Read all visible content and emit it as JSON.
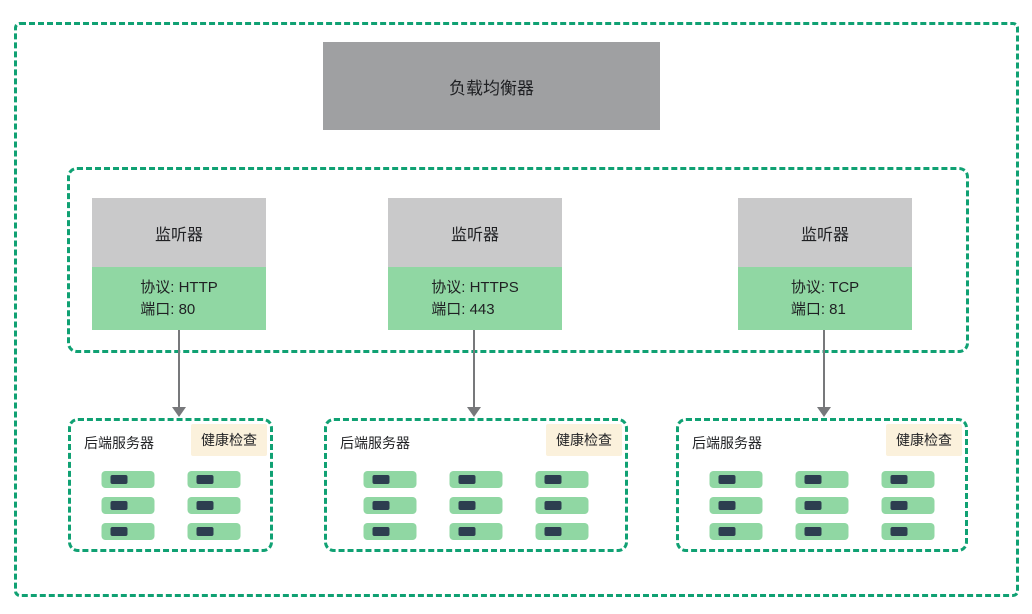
{
  "diagram": {
    "load_balancer": {
      "title": "负载均衡器"
    },
    "listeners": [
      {
        "title": "监听器",
        "protocol_label": "协议: HTTP",
        "port_label": "端口: 80"
      },
      {
        "title": "监听器",
        "protocol_label": "协议: HTTPS",
        "port_label": "端口: 443"
      },
      {
        "title": "监听器",
        "protocol_label": "协议: TCP",
        "port_label": "端口: 81"
      }
    ],
    "backends": [
      {
        "label": "后端服务器",
        "badge": "健康检查",
        "server_columns": 2,
        "server_rows": 3
      },
      {
        "label": "后端服务器",
        "badge": "健康检查",
        "server_columns": 3,
        "server_rows": 3
      },
      {
        "label": "后端服务器",
        "badge": "健康检查",
        "server_columns": 3,
        "server_rows": 3
      }
    ],
    "colors": {
      "dashed_border_green": "#10a173",
      "box_green": "#90d7a3",
      "listener_header_gray": "#c9c9ca",
      "load_balancer_gray": "#9fa0a2",
      "server_mark_dark": "#2d3e50",
      "health_badge_cream": "#fbf1dc",
      "arrow_gray": "#77787b"
    }
  }
}
